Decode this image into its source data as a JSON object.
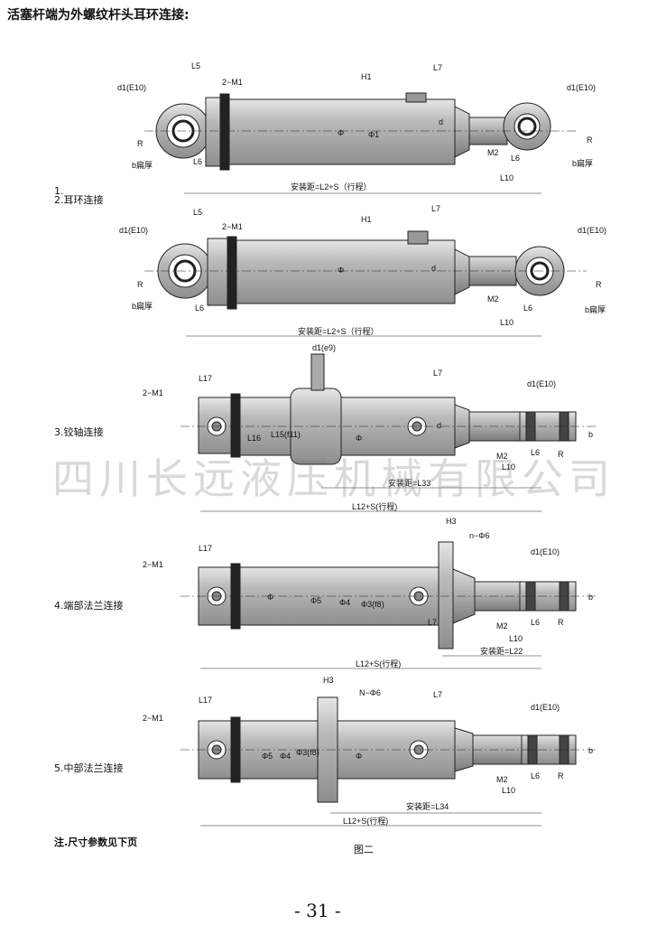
{
  "page": {
    "heading": "活塞杆端为外螺纹杆头耳环连接:",
    "watermark": "四川长远液压机械有限公司",
    "figure_caption": "图二",
    "note": "注.尺寸参数见下页",
    "page_number": "- 31 -"
  },
  "sections": [
    {
      "label_line1": "1.",
      "label_line2": "2.耳环连接"
    },
    {
      "label": "3.铰轴连接"
    },
    {
      "label": "4.端部法兰连接"
    },
    {
      "label": "5.中部法兰连接"
    }
  ],
  "dims": {
    "d1E10": "d1(E10)",
    "L5": "L5",
    "L6": "L6",
    "L7": "L7",
    "L10": "L10",
    "L12S": "L12+S(行程)",
    "L12S_b": "L12+S(行程)",
    "L12S_c": "L12+S(行程)",
    "L15": "L15(f11)",
    "L16": "L16",
    "L17": "L17",
    "H1": "H1",
    "H3": "H3",
    "M1": "2−M1",
    "M2": "M2",
    "R": "R",
    "b_thick": "b扁厚",
    "b": "b",
    "phi": "Φ",
    "phi1": "Φ1",
    "phi3": "Φ3(f8)",
    "phi4": "Φ4",
    "phi5": "Φ5",
    "d": "d",
    "d1e9": "d1(e9)",
    "n_phi6": "n−Φ6",
    "N_phi6": "N−Φ6",
    "install_L2S": "安装距=L2+S（行程）",
    "install_L33": "安装距=L33",
    "install_L22": "安装距=L22",
    "install_L34": "安装距=L34"
  }
}
